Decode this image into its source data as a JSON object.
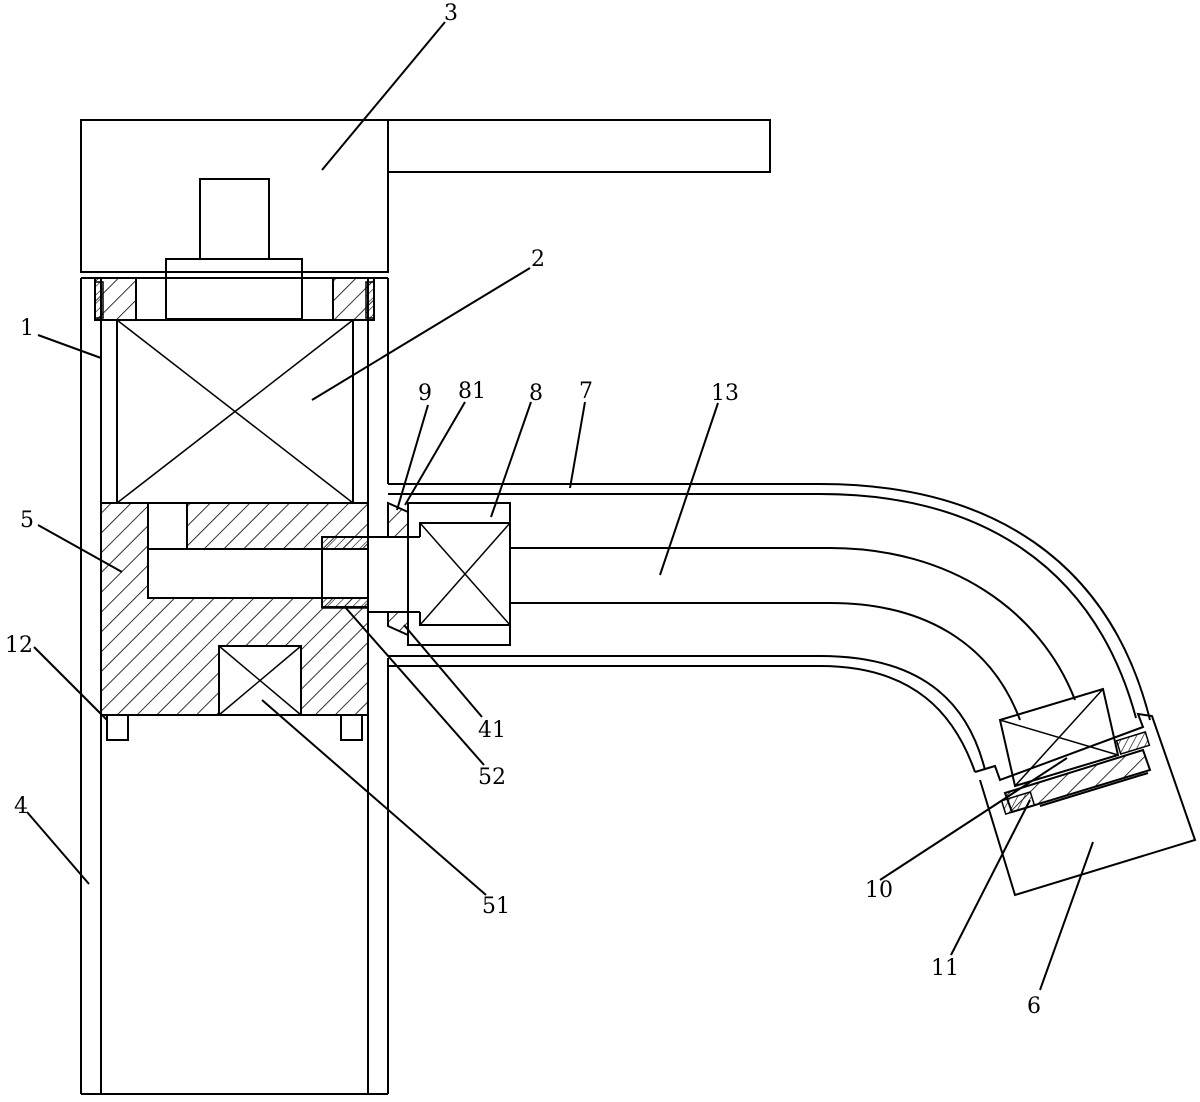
{
  "figure": {
    "labels": {
      "l1": "1",
      "l2": "2",
      "l3": "3",
      "l4": "4",
      "l5": "5",
      "l6": "6",
      "l7": "7",
      "l8": "8",
      "l9": "9",
      "l10": "10",
      "l11": "11",
      "l12": "12",
      "l13": "13",
      "l41": "41",
      "l51": "51",
      "l52": "52",
      "l81": "81"
    }
  }
}
